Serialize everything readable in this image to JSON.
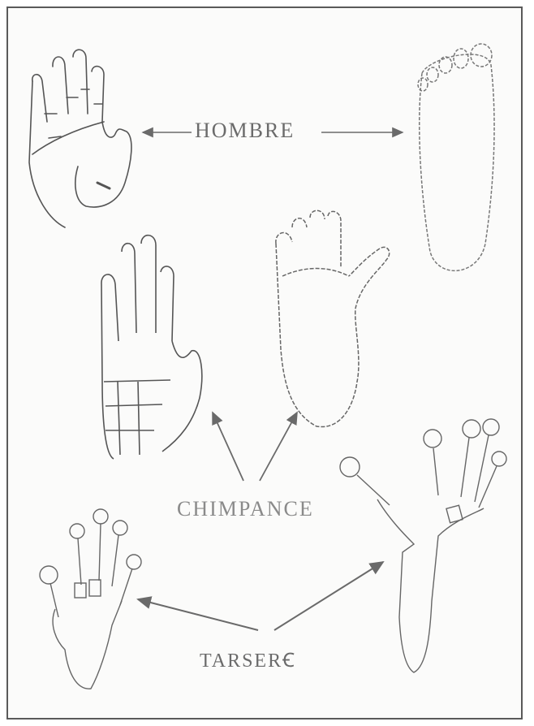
{
  "labels": {
    "hombre": "HOMBRE",
    "chimpance": "CHIMPANCE",
    "tarsero": "TARSERꞒ"
  },
  "colors": {
    "ink": "#555555",
    "arrow": "#6a6a6a",
    "frame": "#5a5a5a"
  }
}
